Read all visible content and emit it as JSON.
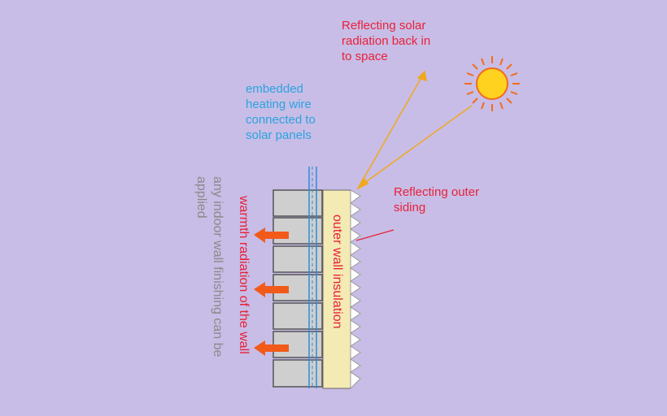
{
  "labels": {
    "reflect_solar": [
      "Reflecting solar",
      "radiation back in",
      "to space"
    ],
    "heating_wire": [
      "embedded",
      "heating wire",
      "connected to",
      "solar panels"
    ],
    "outer_siding": [
      "Reflecting outer",
      "siding"
    ],
    "insulation": "outer wall insulation",
    "warmth": "warmth radiation of the wall",
    "indoor_finish": [
      "any indoor wall finishing can be",
      "applied"
    ]
  },
  "colors": {
    "background": "#c8bde6",
    "red_text": "#e8213a",
    "blue_text": "#2ba3e0",
    "grey_text": "#8a8a8a",
    "sun_fill": "#ffd21f",
    "sun_rays": "#f26b1d",
    "ray_lines": "#f0a81e",
    "insulation": "#f4eab4",
    "wall_block": "#cfcfcf",
    "heat_arrow": "#f25a1a",
    "wire": "#2b8fd6"
  },
  "icons": {
    "sun": "sun-icon",
    "heat_arrow": "arrow-left-icon"
  }
}
